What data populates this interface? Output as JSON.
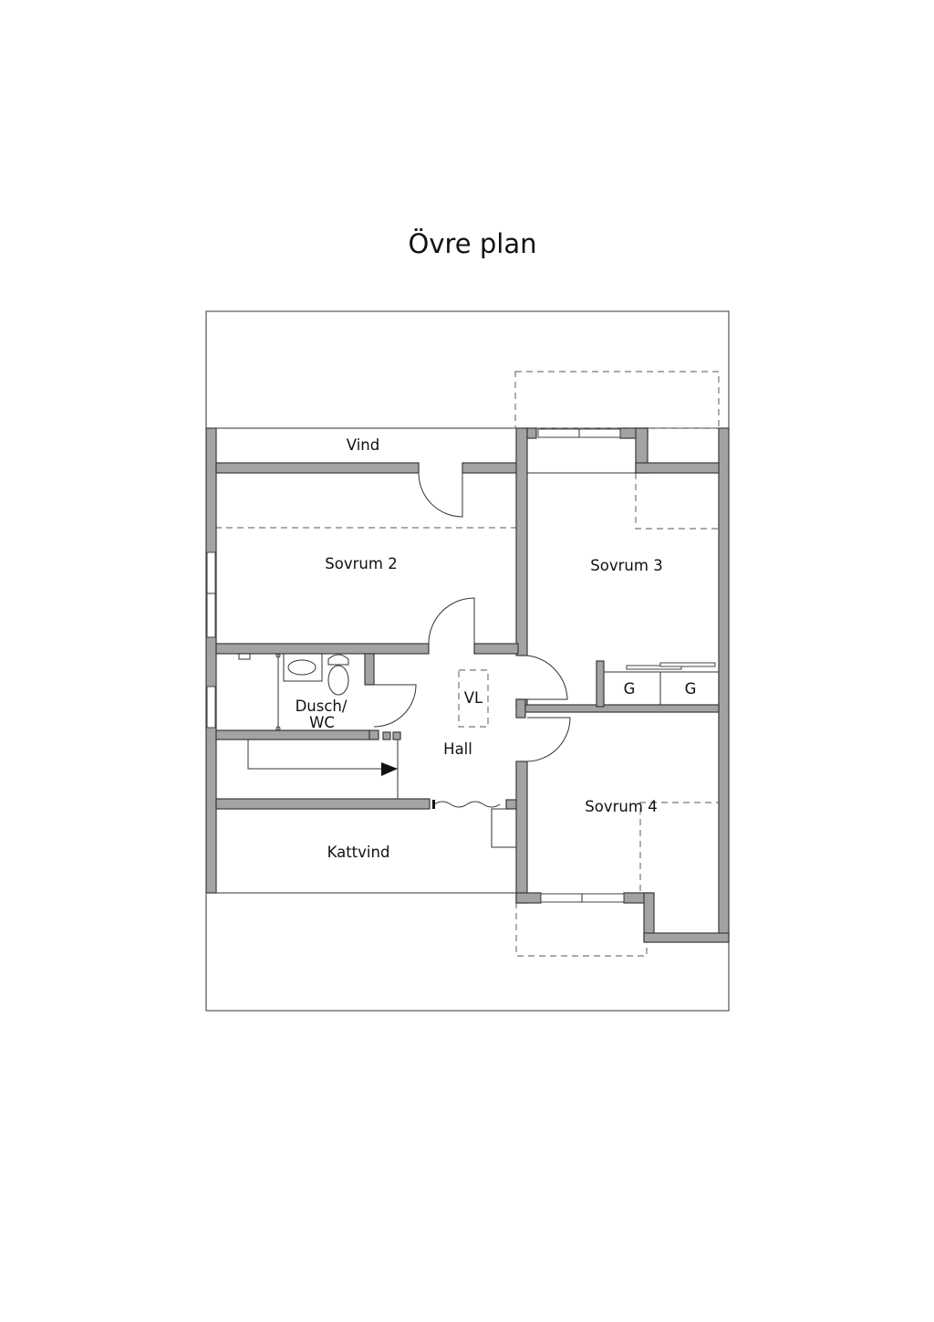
{
  "title": "Övre plan",
  "rooms": {
    "vind": "Vind",
    "sovrum2": "Sovrum 2",
    "sovrum3": "Sovrum 3",
    "sovrum4": "Sovrum 4",
    "dusch_line1": "Dusch/",
    "dusch_line2": "WC",
    "hall": "Hall",
    "vl": "VL",
    "kattvind": "Kattvind",
    "wardrobe1": "G",
    "wardrobe2": "G"
  },
  "colors": {
    "wall_fill": "#a3a3a3",
    "wall_stroke": "#3a3a3a",
    "background": "#ffffff"
  }
}
